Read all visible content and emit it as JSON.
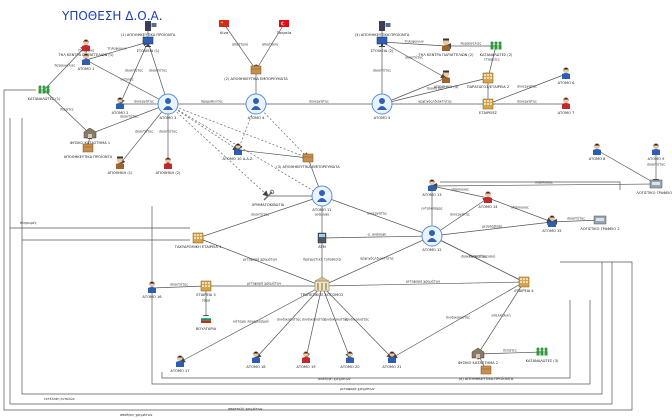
{
  "title": "ΥΠΟΘΕΣΗ Δ.Ο.Α.",
  "nodes": [
    {
      "id": "mstore1",
      "type": "tower",
      "label": "(1) ΑΠΟΘΗΚΕΥΤΙΚΑ ΠΡΟΪΟΝΤΑ"
    },
    {
      "id": "mpc1",
      "type": "monitor",
      "label": "ΣΤΟΙΧΕΙΑ (1)"
    },
    {
      "id": "tel1",
      "type": "person-red",
      "label": "ΤΗΛ ΚΕΝΤΡΑ ΠΑΡΑΓΓΕΛΙΩΝ (1)"
    },
    {
      "id": "a1",
      "type": "person",
      "label": "ΑΤΟΜΟ 1"
    },
    {
      "id": "kat1",
      "type": "group",
      "label": "ΚΑΤΑΝΑΛΩΤΕΣ (1)"
    },
    {
      "id": "a2",
      "type": "person",
      "label": "ΑΤΟΜΟ 2"
    },
    {
      "id": "a3",
      "type": "hub",
      "label": "ΑΤΟΜΟ 3"
    },
    {
      "id": "store1",
      "type": "warehouse",
      "label": "ΦΥΣΙΚΟ ΚΑΤΑΣΤΗΜΑ 1"
    },
    {
      "id": "prod1",
      "type": "box",
      "label": "ΑΠΟΘΗΚΕΥΤΙΚΑ ΠΡΟΪΟΝΤΑ"
    },
    {
      "id": "apo1",
      "type": "person-hat",
      "label": "ΑΠΟΘΗΚΗ (1)"
    },
    {
      "id": "apo2",
      "type": "person-red",
      "label": "ΑΠΟΘΗΚΗ (2)"
    },
    {
      "id": "china",
      "type": "flag-cn",
      "label": "Κίνα"
    },
    {
      "id": "turkey",
      "type": "flag-tr",
      "label": "Τουρκία"
    },
    {
      "id": "ship",
      "type": "box",
      "label": "(2) ΑΠΟΘΗΚΕΥΤΙΚΑ ΕΜΠΟΡΕΥΜΑΤΑ"
    },
    {
      "id": "a4",
      "type": "hub",
      "label": "ΑΤΟΜΟ 4"
    },
    {
      "id": "mstore2",
      "type": "tower",
      "label": "(3) ΑΠΟΘΗΚΕΥΤΙΚΑ ΠΡΟΪΟΝΤΑ"
    },
    {
      "id": "mpc2",
      "type": "monitor",
      "label": "ΣΤΟΙΧΕΙΑ (2)"
    },
    {
      "id": "tel2",
      "type": "person-hat",
      "label": "ΤΗΛ ΚΕΝΤΡΑ ΠΑΡΑΓΓΕΛΙΩΝ (2)"
    },
    {
      "id": "kat2",
      "type": "group",
      "label": "ΚΑΤΑΝΑΛΩΤΕΣ (2)"
    },
    {
      "id": "apo3",
      "type": "person-hat",
      "label": "ΑΠΟΘΗΚΗ (3)"
    },
    {
      "id": "eta2",
      "type": "building",
      "label": "ΠΑΡΑΓΩΓΟΣ/ΕΤΑΙΡΕΙΑ 2"
    },
    {
      "id": "a5",
      "type": "hub",
      "label": "ΑΤΟΜΟ 5"
    },
    {
      "id": "etairies",
      "type": "building",
      "label": "ΕΤΑΙΡΕΙΕΣ"
    },
    {
      "id": "a6",
      "type": "person",
      "label": "ΑΤΟΜΟ 6"
    },
    {
      "id": "a7",
      "type": "person-red",
      "label": "ΑΤΟΜΟ 7"
    },
    {
      "id": "a8",
      "type": "person",
      "label": "ΑΤΟΜΟ 8"
    },
    {
      "id": "a9",
      "type": "person",
      "label": "ΑΤΟΜΟ 9"
    },
    {
      "id": "log1",
      "type": "office",
      "label": "ΛΟΓΙΣΤΙΚΟ ΓΡΑΦΕΙΟ 1"
    },
    {
      "id": "a10",
      "type": "person",
      "label": "ΑΤΟΜΟ 10 Α.Α.Ζ."
    },
    {
      "id": "ship3",
      "type": "box",
      "label": "(3) ΑΠΟΘΗΚΕΥΤΙΚΑ ΕΜΠΟΡΕΥΜΑΤΑ"
    },
    {
      "id": "xrim",
      "type": "tool",
      "label": "ΧΡΗΜΑΤΟΚΙΒΩΤΙΑ"
    },
    {
      "id": "a11",
      "type": "hub",
      "label": "ΑΤΟΜΟ 11"
    },
    {
      "id": "tax",
      "type": "building",
      "label": "ΤΑΧΥΔΡΟΜΙΚΗ ΕΤΑΙΡΕΙΑ 1"
    },
    {
      "id": "atm",
      "type": "atm",
      "label": "ATM"
    },
    {
      "id": "a12",
      "type": "hub",
      "label": "ΑΤΟΜΟ 12"
    },
    {
      "id": "a13",
      "type": "person",
      "label": "ΑΤΟΜΟ 13"
    },
    {
      "id": "a14",
      "type": "person-red",
      "label": "ΑΤΟΜΟ 14"
    },
    {
      "id": "a15",
      "type": "person",
      "label": "ΑΤΟΜΟ 15"
    },
    {
      "id": "log2",
      "type": "office",
      "label": "ΛΟΓΙΣΤΙΚΟ ΓΡΑΦΕΙΟ 2"
    },
    {
      "id": "a16",
      "type": "person",
      "label": "ΑΤΟΜΟ 16"
    },
    {
      "id": "eta3",
      "type": "building",
      "label": "ΕΤΑΙΡΕΙΑ 3"
    },
    {
      "id": "bulg",
      "type": "flag-bg",
      "label": "ΒΟΥΛΓΑΡΙΑ"
    },
    {
      "id": "bank",
      "type": "bank",
      "label": "ΤΡΑΠΕΖΙΚΟΣ ΛΟΓ/ΣΜΟΣ"
    },
    {
      "id": "eta4",
      "type": "building",
      "label": "ΕΤΑΙΡΕΙΑ 4"
    },
    {
      "id": "a17",
      "type": "person",
      "label": "ΑΤΟΜΟ 17"
    },
    {
      "id": "a18",
      "type": "person",
      "label": "ΑΤΟΜΟ 18"
    },
    {
      "id": "a19",
      "type": "person-red",
      "label": "ΑΤΟΜΟ 19"
    },
    {
      "id": "a20",
      "type": "person",
      "label": "ΑΤΟΜΟ 20"
    },
    {
      "id": "a21",
      "type": "person",
      "label": "ΑΤΟΜΟ 21"
    },
    {
      "id": "store2",
      "type": "warehouse",
      "label": "ΦΥΣΙΚΟ ΚΑΤΑΣΤΗΜΑ 2"
    },
    {
      "id": "kat3",
      "type": "group",
      "label": "ΚΑΤΑΝΑΛΩΤΕΣ (3)"
    },
    {
      "id": "prod4",
      "type": "box",
      "label": "(4) ΑΠΟΘΗΚΕΥΤΙΚΑ ΠΡΟΪΟΝΤΑ"
    }
  ],
  "edges": [
    {
      "from": "mstore1",
      "to": "mpc1",
      "label": "",
      "dashed": false
    },
    {
      "from": "tel1",
      "to": "a1",
      "label": "τηλέφωνο",
      "dashed": false
    },
    {
      "from": "a1",
      "to": "mpc1",
      "label": "τηλεφώνων",
      "dashed": false
    },
    {
      "from": "kat1",
      "to": "tel1",
      "label": "παραγγελίες",
      "dashed": false
    },
    {
      "from": "a1",
      "to": "a3",
      "label": "εντολές",
      "dashed": false
    },
    {
      "from": "mpc1",
      "to": "a2",
      "label": "ιδιοκτήτης",
      "dashed": false
    },
    {
      "from": "mpc1",
      "to": "a3",
      "label": "ιδιοκτήτης",
      "dashed": false
    },
    {
      "from": "a2",
      "to": "a3",
      "label": "συνεργάτης",
      "dashed": false
    },
    {
      "from": "kat1",
      "to": "store1",
      "label": "πελάτες",
      "dashed": false
    },
    {
      "from": "store1",
      "to": "a3",
      "label": "ιδιοκτήτης",
      "dashed": false
    },
    {
      "from": "prod1",
      "to": "store1",
      "label": "",
      "dashed": false
    },
    {
      "from": "a3",
      "to": "apo1",
      "label": "ιδιοκτήτης",
      "dashed": false
    },
    {
      "from": "a3",
      "to": "apo2",
      "label": "ιδιοκτήτης",
      "dashed": false
    },
    {
      "from": "china",
      "to": "ship",
      "label": "αποστολή",
      "dashed": false
    },
    {
      "from": "turkey",
      "to": "ship",
      "label": "αποστολή",
      "dashed": false
    },
    {
      "from": "ship",
      "to": "a4",
      "label": "",
      "dashed": false
    },
    {
      "from": "a4",
      "to": "a3",
      "label": "προμηθευτής",
      "dashed": false
    },
    {
      "from": "a5",
      "to": "a4",
      "label": "συνεργάτης",
      "dashed": false
    },
    {
      "from": "mstore2",
      "to": "mpc2",
      "label": "",
      "dashed": false
    },
    {
      "from": "tel2",
      "to": "mpc2",
      "label": "τηλεφώνων",
      "dashed": false
    },
    {
      "from": "kat2",
      "to": "tel2",
      "label": "παραγγελίες",
      "dashed": false
    },
    {
      "from": "mpc2",
      "to": "apo3",
      "label": "ιδιοκτήτης",
      "dashed": false
    },
    {
      "from": "mpc2",
      "to": "a5",
      "label": "ιδιοκτήτης",
      "dashed": false
    },
    {
      "from": "apo3",
      "to": "a5",
      "label": "",
      "dashed": false
    },
    {
      "from": "kat2",
      "to": "eta2",
      "label": "εταιρείες",
      "dashed": false
    },
    {
      "from": "a5",
      "to": "eta2",
      "label": "διοικητής",
      "dashed": false
    },
    {
      "from": "eta2",
      "to": "etairies",
      "label": "",
      "dashed": false
    },
    {
      "from": "a5",
      "to": "etairies",
      "label": "αρχηγός/ιδιοκτήτης",
      "dashed": false
    },
    {
      "from": "a6",
      "to": "etairies",
      "label": "συνεργάτης",
      "dashed": false
    },
    {
      "from": "a7",
      "to": "etairies",
      "label": "συνεργάτης",
      "dashed": false
    },
    {
      "from": "a8",
      "to": "log1",
      "label": "",
      "dashed": false
    },
    {
      "from": "a9",
      "to": "log1",
      "label": "ιδιοκτήτης",
      "dashed": false
    },
    {
      "from": "a3",
      "to": "a10",
      "label": "",
      "dashed": true
    },
    {
      "from": "a3",
      "to": "ship3",
      "label": "",
      "dashed": true
    },
    {
      "from": "a3",
      "to": "xrim",
      "label": "",
      "dashed": true
    },
    {
      "from": "a3",
      "to": "a11",
      "label": "",
      "dashed": true
    },
    {
      "from": "a4",
      "to": "a10",
      "label": "",
      "dashed": true
    },
    {
      "from": "a4",
      "to": "ship3",
      "label": "",
      "dashed": true
    },
    {
      "from": "a10",
      "to": "ship3",
      "label": "",
      "dashed": false
    },
    {
      "from": "xrim",
      "to": "a11",
      "label": "",
      "dashed": false
    },
    {
      "from": "ship3",
      "to": "a11",
      "label": "",
      "dashed": false
    },
    {
      "from": "a11",
      "to": "tax",
      "label": "ιδιοκτήτης",
      "dashed": false
    },
    {
      "from": "a11",
      "to": "atm",
      "label": "ανάληψη",
      "dashed": false
    },
    {
      "from": "a11",
      "to": "a12",
      "label": "συνεργάτης",
      "dashed": false
    },
    {
      "from": "atm",
      "to": "a12",
      "label": "α. ανάληψη",
      "dashed": false
    },
    {
      "from": "log1",
      "to": "a13",
      "label": "υπάλληλος",
      "dashed": false
    },
    {
      "from": "a12",
      "to": "a13",
      "label": "εντολοδόχος",
      "dashed": false
    },
    {
      "from": "a14",
      "to": "a13",
      "label": "υπάλληλος",
      "dashed": false
    },
    {
      "from": "a12",
      "to": "a14",
      "label": "συνεργάτης",
      "dashed": false
    },
    {
      "from": "a14",
      "to": "a15",
      "label": "υπάλληλος",
      "dashed": false
    },
    {
      "from": "a12",
      "to": "a15",
      "label": "μεσολάβηση",
      "dashed": false
    },
    {
      "from": "log2",
      "to": "a15",
      "label": "ιδιοκτήτης",
      "dashed": false
    },
    {
      "from": "tax",
      "to": "bank",
      "label": "μεταφορά χρημάτων",
      "dashed": false
    },
    {
      "from": "atm",
      "to": "bank",
      "label": "πραγματική τοποθεσία",
      "dashed": false
    },
    {
      "from": "a12",
      "to": "bank",
      "label": "αρχηγός/ιδιοκτήτης",
      "dashed": false
    },
    {
      "from": "a12",
      "to": "eta4",
      "label": "ιδιοκτήτης/ταμειακή",
      "dashed": false
    },
    {
      "from": "a12",
      "to": "eta4",
      "label": "ιδιοκτήτης",
      "dashed": false
    },
    {
      "from": "a16",
      "to": "eta3",
      "label": "ιδιοκτήτης",
      "dashed": false
    },
    {
      "from": "eta3",
      "to": "bulg",
      "label": "έδρα",
      "dashed": false
    },
    {
      "from": "eta3",
      "to": "bank",
      "label": "μεταφορά χρημάτων",
      "dashed": false
    },
    {
      "from": "bank",
      "to": "eta4",
      "label": "μεταφορά χρημάτων",
      "dashed": false
    },
    {
      "from": "bank",
      "to": "a17",
      "label": "κάτοχοι λογαριασμού",
      "dashed": false
    },
    {
      "from": "bank",
      "to": "a18",
      "label": "συνδικαλιστής",
      "dashed": false
    },
    {
      "from": "bank",
      "to": "a19",
      "label": "συνδικαλιστής",
      "dashed": false
    },
    {
      "from": "bank",
      "to": "a20",
      "label": "συνδικαλιστής",
      "dashed": false
    },
    {
      "from": "bank",
      "to": "a21",
      "label": "συνδικαλιστής",
      "dashed": false
    },
    {
      "from": "eta4",
      "to": "a21",
      "label": "συνδικαλιστής",
      "dashed": false
    },
    {
      "from": "eta4",
      "to": "store2",
      "label": "υπαλληλική",
      "dashed": false
    },
    {
      "from": "kat3",
      "to": "store2",
      "label": "πελάτες",
      "dashed": false
    },
    {
      "from": "prod4",
      "to": "store2",
      "label": "",
      "dashed": false
    }
  ],
  "route_labels": [
    "εκτέλεση εντολών",
    "αποθήκη χρημάτων",
    "ανάληψη χρημάτων",
    "μεταφορά χρημάτων",
    "πληρωμές",
    "αποστολή χρημάτων"
  ]
}
